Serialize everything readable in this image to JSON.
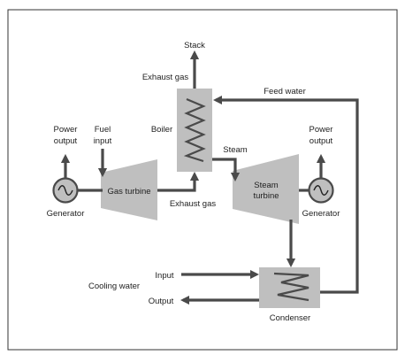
{
  "labels": {
    "stack": "Stack",
    "exhaust_gas_top": "Exhaust gas",
    "feed_water": "Feed water",
    "boiler": "Boiler",
    "steam": "Steam",
    "power_output_left_1": "Power",
    "power_output_left_2": "output",
    "fuel_input_1": "Fuel",
    "fuel_input_2": "input",
    "power_output_right_1": "Power",
    "power_output_right_2": "output",
    "gas_turbine": "Gas turbine",
    "steam_turbine_1": "Steam",
    "steam_turbine_2": "turbine",
    "generator_left": "Generator",
    "generator_right": "Generator",
    "exhaust_gas_bottom": "Exhaust gas",
    "cooling_water": "Cooling water",
    "input": "Input",
    "output": "Output",
    "condenser": "Condenser"
  },
  "colors": {
    "component_fill": "#bfbfbf",
    "flow_line": "#4a4a4a",
    "text": "#222222"
  }
}
